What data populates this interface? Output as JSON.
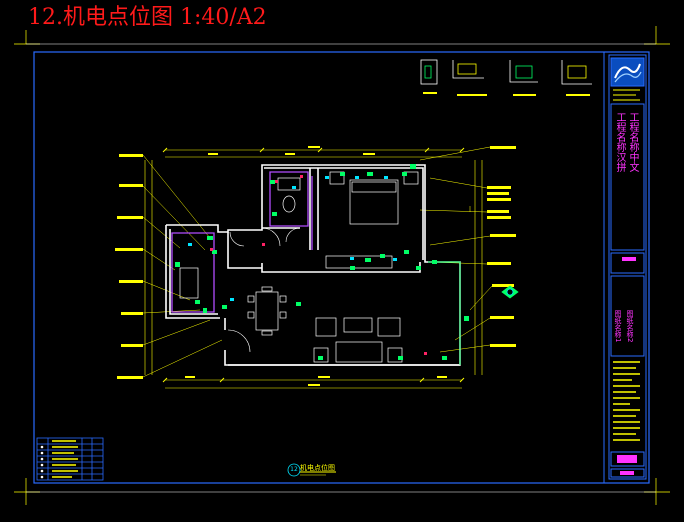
{
  "sheet": {
    "title": "12.机电点位图 1:40/A2",
    "plan_label": "机电点位图",
    "plan_number": "12"
  },
  "title_block": {
    "project_name_1": "工程名称汉拼",
    "project_name_2": "工程名称中文",
    "drawing_name_1": "图纸名称1",
    "drawing_name_2": "图纸名称2"
  },
  "colors": {
    "background": "#000000",
    "frame_blue": "#2a6bff",
    "wall_white": "#ffffff",
    "dimension_yellow": "#ffff00",
    "title_red": "#ff1a1a",
    "accent_magenta": "#ff33ff",
    "fixture_green": "#00ff66",
    "fixture_cyan": "#00e5ff",
    "room_purple": "#b34dff"
  },
  "legend": {
    "rows": 6
  }
}
